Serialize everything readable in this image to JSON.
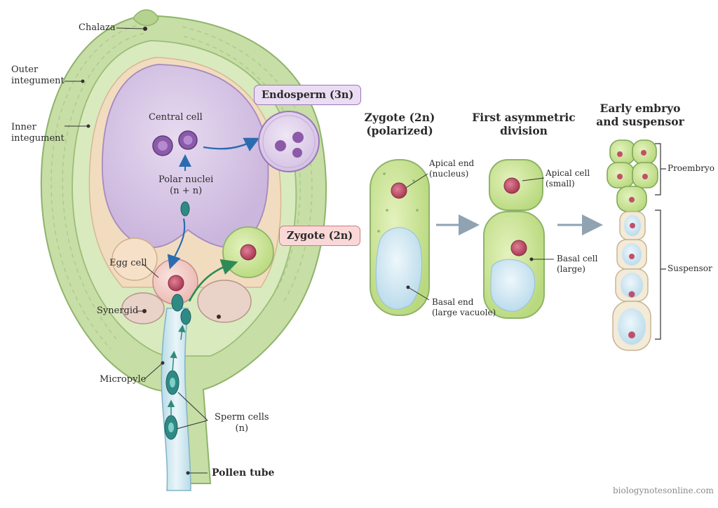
{
  "ovule": {
    "labels": {
      "chalaza": "Chalaza",
      "outer_integument": [
        "Outer",
        "integument"
      ],
      "inner_integument": [
        "Inner",
        "integument"
      ],
      "central_cell": "Central cell",
      "polar_nuclei": [
        "Polar nuclei",
        "(n + n)"
      ],
      "egg_cell": "Egg cell",
      "synergid": "Synergid",
      "micropyle": "Micropyle",
      "sperm_cells": [
        "Sperm cells",
        "(n)"
      ],
      "pollen_tube": "Pollen tube"
    },
    "tags": {
      "endosperm": "Endosperm (3n)",
      "zygote": "Zygote (2n)"
    }
  },
  "stages": {
    "zygote": {
      "title": [
        "Zygote (2n)",
        "(polarized)"
      ],
      "apical": [
        "Apical end",
        "(nucleus)"
      ],
      "basal": [
        "Basal end",
        "(large vacuole)"
      ]
    },
    "division": {
      "title": [
        "First asymmetric",
        "division"
      ],
      "apical": [
        "Apical cell",
        "(small)"
      ],
      "basal": [
        "Basal cell",
        "(large)"
      ]
    },
    "embryo": {
      "title": [
        "Early embryo",
        "and suspensor"
      ],
      "proembryo": "Proembryo",
      "suspensor": "Suspensor"
    }
  },
  "watermark": "biologynotesonline.com",
  "colors": {
    "integument": "#c7dea6",
    "central_cell": "#d9c8e6",
    "nucellus": "#f2dcc0",
    "zygote": "#d4ea9c",
    "vacuole": "#cfe6f2",
    "nucleus": "#c0506a",
    "arrow_blue": "#2b6cb0",
    "arrow_green": "#2e8b57",
    "arrow_gray": "#8fa3b3"
  }
}
